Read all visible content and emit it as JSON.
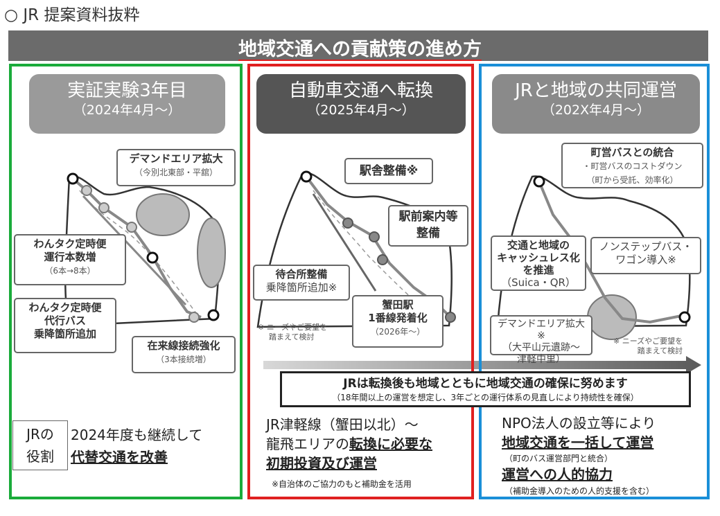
{
  "heading": "○ JR 提案資料抜粋",
  "banner_title": "地域交通への貢献策の進め方",
  "colors": {
    "green": "#1aab3a",
    "red": "#e02020",
    "blue": "#1a8fd8",
    "banner": "#6b6b6b",
    "pill_light": "#9a9a9a",
    "pill_dark": "#555555",
    "pill_mid": "#8a8a8a"
  },
  "phase1": {
    "title": "実証実験3年目",
    "date": "（2024年4月～）",
    "box_demand": {
      "title": "デマンドエリア拡大",
      "sub": "（今別北東部・平舘）"
    },
    "box_teiji": {
      "title": "わんタク定時便",
      "line2": "運行本数増",
      "sub": "（6本→8本）"
    },
    "box_daiko": {
      "title": "わんタク定時便",
      "line2": "代行バス",
      "line3": "乗降箇所追加"
    },
    "box_zairai": {
      "title": "在来線接続強化",
      "sub": "（3本接続増）"
    },
    "role_label_1": "JRの",
    "role_label_2": "役割",
    "body_line1": "2024年度も継続して",
    "body_line2": "代替交通を改善"
  },
  "phase2": {
    "title": "自動車交通へ転換",
    "date": "（2025年4月～）",
    "box_station": "駅舎整備※",
    "box_ekimae_1": "駅前案内等",
    "box_ekimae_2": "整備",
    "box_machiai_1": "待合所整備",
    "box_machiai_2": "乗降箇所追加※",
    "note_1": "※ ニーズやご要望を",
    "note_2": "踏まえて検討",
    "box_kanita_1": "蟹田駅",
    "box_kanita_2": "1番線発着化",
    "box_kanita_3": "（2026年～）",
    "body_line1": "JR津軽線（蟹田以北）～",
    "body_line2a": "龍飛エリアの",
    "body_line2b": "転換に必要な",
    "body_line3": "初期投資及び運営",
    "body_note": "※自治体のご協力のもと補助金を活用"
  },
  "phase3": {
    "title": "JRと地域の共同運営",
    "date": "（202X年4月～）",
    "box_town_1": "町営バスとの統合",
    "box_town_2": "・町営バスのコストダウン",
    "box_town_3": "（町から受託、効率化）",
    "box_cashless_1": "交通と地域の",
    "box_cashless_2": "キャッシュレス化",
    "box_cashless_3": "を推進",
    "box_cashless_4": "（Suica・QR）",
    "box_nonstep_1": "ノンステップバス・",
    "box_nonstep_2": "ワゴン導入※",
    "box_demand_1": "デマンドエリア拡大※",
    "box_demand_2": "（大平山元遺跡～",
    "box_demand_3": "津軽中里）",
    "note_1": "※ ニーズやご要望を",
    "note_2": "踏まえて検討",
    "body_line1": "NPO法人の設立等により",
    "body_line2": "地域交通を一括して運営",
    "body_line3": "（町のバス運営部門と統合）",
    "body_line4": "運営への人的協力",
    "body_line5": "（補助金導入のための人的支援を含む）"
  },
  "message": {
    "line1": "JRは転換後も地域とともに地域交通の確保に努めます",
    "line2": "（18年間以上の運営を想定し、3年ごとの運行体系の見直しにより持続性を確保）"
  }
}
